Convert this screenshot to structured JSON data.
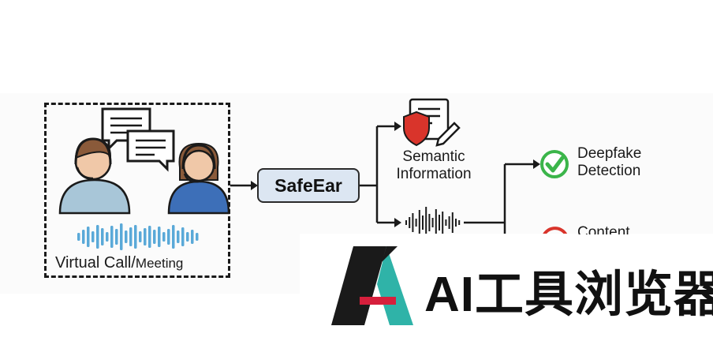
{
  "input": {
    "caption_main": "Virtual Call/",
    "caption_small": "Meeting"
  },
  "center": {
    "label": "SafeEar"
  },
  "branch_top": {
    "line1": "Semantic",
    "line2": "Information"
  },
  "outputs": [
    {
      "line1": "Deepfake",
      "line2": "Detection"
    },
    {
      "line1": "Content"
    }
  ],
  "watermark": {
    "text": "AI工具浏览器"
  },
  "colors": {
    "shield": "#d9342b",
    "check": "#3bb54a",
    "safeear_fill": "#dce6f2",
    "person": "#7fb8d6",
    "wave": "#5aa9d8",
    "logo_black": "#1a1a1a",
    "logo_teal": "#2fb3a8",
    "logo_red": "#d61f3c"
  }
}
